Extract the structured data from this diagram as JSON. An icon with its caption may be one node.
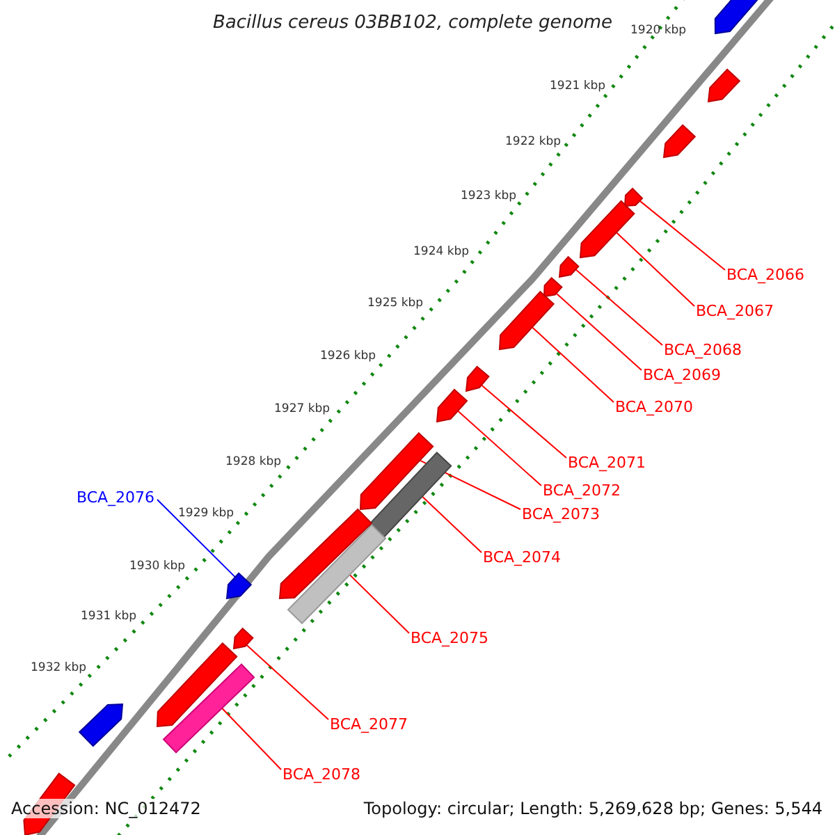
{
  "diagram": {
    "title": "Bacillus cereus 03BB102, complete genome",
    "nodes": [
      {
        "text": [
          "BCA_2066"
        ]
      },
      {
        "text": [
          "BCA_2067"
        ]
      },
      {
        "text": [
          "BCA_2068"
        ]
      },
      {
        "text": [
          "BCA_2069"
        ]
      },
      {
        "text": [
          "BCA_2070"
        ]
      },
      {
        "text": [
          "BCA_2071"
        ]
      },
      {
        "text": [
          "BCA_2072"
        ]
      },
      {
        "text": [
          "BCA_2073"
        ]
      },
      {
        "text": [
          "BCA_2074"
        ]
      },
      {
        "text": [
          "BCA_2075"
        ]
      },
      {
        "text": [
          "BCA_2076"
        ]
      },
      {
        "text": [
          "BCA_2077"
        ]
      },
      {
        "text": [
          "BCA_2078"
        ]
      },
      {
        "text": [],
        "shape": "arrow"
      },
      {
        "text": [],
        "shape": "arrow"
      },
      {
        "text": [],
        "shape": "arrow"
      },
      {
        "text": [],
        "shape": "arrow"
      },
      {
        "text": [],
        "shape": "arrow"
      },
      {
        "text": [],
        "shape": "arrow"
      },
      {
        "text": [],
        "shape": "arrow"
      },
      {
        "text": [],
        "shape": "arrow"
      },
      {
        "text": [],
        "shape": "bar"
      },
      {
        "text": [],
        "shape": "bar"
      },
      {
        "text": [],
        "shape": "arrow"
      },
      {
        "text": [],
        "shape": "arrow"
      },
      {
        "text": [],
        "shape": "bar"
      },
      {
        "text": [],
        "shape": "arrow"
      },
      {
        "text": [],
        "shape": "arrow"
      },
      {
        "text": [],
        "shape": "arrow"
      },
      {
        "text": [],
        "shape": "arrow"
      },
      {
        "text": [],
        "shape": "arrow"
      },
      {
        "text": [],
        "shape": "arrow"
      },
      {
        "text": [],
        "shape": "arrow"
      }
    ],
    "edges": [
      {
        "from": 0,
        "to": 13,
        "arrow": "none"
      },
      {
        "from": 1,
        "to": 14,
        "arrow": "none"
      },
      {
        "from": 2,
        "to": 15,
        "arrow": "none"
      },
      {
        "from": 3,
        "to": 16,
        "arrow": "none"
      },
      {
        "from": 4,
        "to": 17,
        "arrow": "none"
      },
      {
        "from": 5,
        "to": 18,
        "arrow": "none"
      },
      {
        "from": 6,
        "to": 19,
        "arrow": "none"
      },
      {
        "from": 7,
        "to": 20,
        "arrow": "none"
      },
      {
        "from": 8,
        "to": 21,
        "arrow": "none"
      },
      {
        "from": 9,
        "to": 22,
        "arrow": "none"
      },
      {
        "from": 10,
        "to": 23,
        "arrow": "none",
        "color": "#0000ff"
      },
      {
        "from": 11,
        "to": 24,
        "arrow": "none"
      },
      {
        "from": 12,
        "to": 25,
        "arrow": "none"
      }
    ],
    "labels": [
      "1920 kbp",
      "1921 kbp",
      "1922 kbp",
      "1923 kbp",
      "1924 kbp",
      "1925 kbp",
      "1926 kbp",
      "1927 kbp",
      "1928 kbp",
      "1929 kbp",
      "1930 kbp",
      "1931 kbp",
      "1932 kbp",
      "Accession: NC_012472",
      "Topology: circular; Length: 5,269,628 bp; Genes: 5,544"
    ]
  }
}
